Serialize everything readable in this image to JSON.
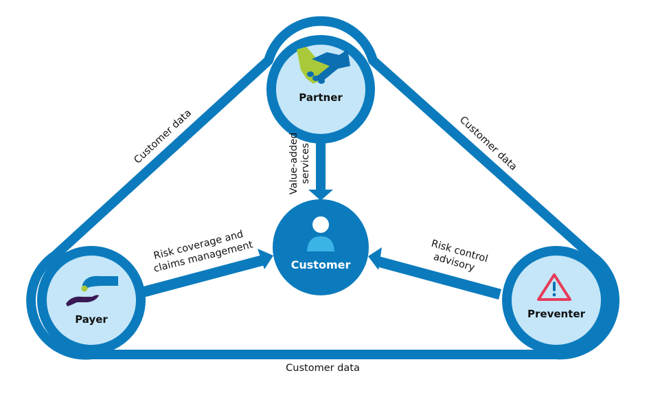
{
  "colors": {
    "outline": "#0b7bbd",
    "node_fill": "#c4e6f8",
    "customer_fill": "#0b7bbd",
    "customer_icon_body": "#3bb3e6",
    "partner_green": "#a9c93a",
    "partner_blue": "#0b6fb0",
    "payer_purple": "#3a1a55",
    "coin": "#a9c93a",
    "warning_red": "#e63c5a"
  },
  "nodes": {
    "partner": {
      "label": "Partner",
      "icon": "handshake-icon"
    },
    "payer": {
      "label": "Payer",
      "icon": "hand-giving-coin-icon"
    },
    "preventer": {
      "label": "Preventer",
      "icon": "warning-triangle-icon"
    },
    "customer": {
      "label": "Customer",
      "icon": "person-icon"
    }
  },
  "edges": {
    "partner_to_customer": {
      "label_line1": "Value-added",
      "label_line2": "services"
    },
    "payer_to_customer": {
      "label_line1": "Risk coverage and",
      "label_line2": "claims management"
    },
    "preventer_to_customer": {
      "label_line1": "Risk control",
      "label_line2": "advisory"
    },
    "payer_partner": {
      "label": "Customer data"
    },
    "partner_preventer": {
      "label": "Customer data"
    },
    "payer_preventer": {
      "label": "Customer data"
    }
  }
}
